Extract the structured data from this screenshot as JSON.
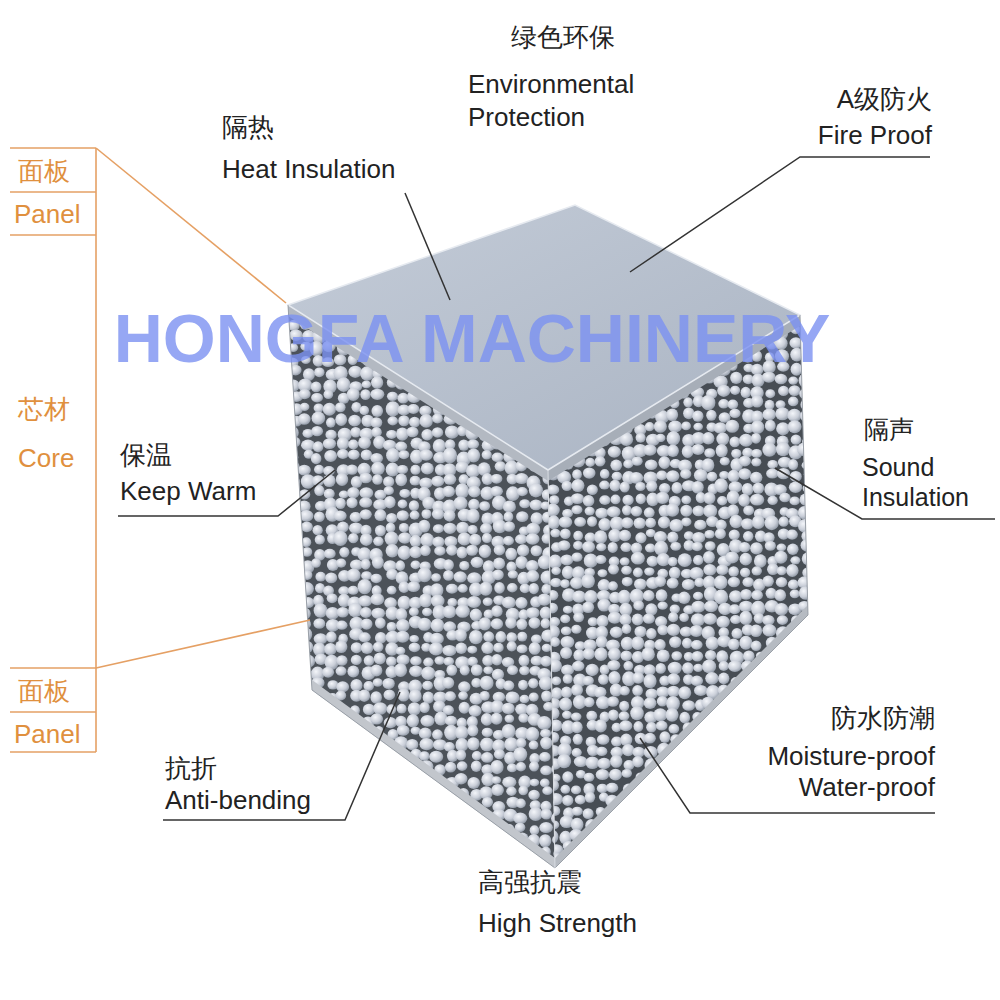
{
  "diagram": {
    "labels": [
      "绿色环保",
      "Environmental Protection",
      "A级防火",
      "Fire Proof",
      "隔热",
      "Heat Insulation",
      "面板",
      "Panel",
      "HONGFA MACHINERY",
      "芯材",
      "Core",
      "隔声",
      "Sound Insulation",
      "保温",
      "Keep Warm",
      "面板",
      "Panel",
      "防水防潮",
      "Moisture-proof Water-proof",
      "抗折",
      "Anti-bending",
      "高强抗震",
      "High Strength"
    ]
  }
}
